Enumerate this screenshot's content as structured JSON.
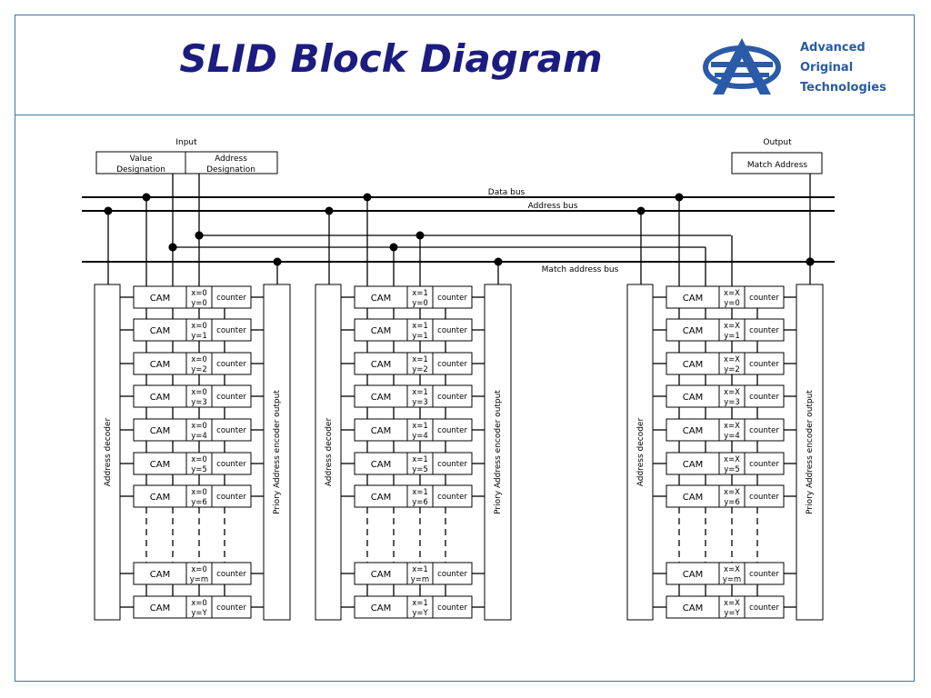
{
  "slide": {
    "title": "SLID Block Diagram"
  },
  "logo": {
    "lines": [
      "Advanced",
      "Original",
      "Technologies"
    ],
    "color": "#2a5aa8"
  },
  "diagram": {
    "input_label": "Input",
    "value_box": "Value\nDesignation",
    "address_box": "Address\nDesignation",
    "output_label": "Output",
    "match_box": "Match Address",
    "data_bus": "Data bus",
    "address_bus": "Address bus",
    "match_bus": "Match address bus",
    "cam_label": "CAM",
    "counter_label": "counter",
    "decoder_label": "Address decoder",
    "encoder_label": "Priory Address encoder output",
    "columns": [
      {
        "x": "x=0",
        "ys": [
          "y=0",
          "y=1",
          "y=2",
          "y=3",
          "y=4",
          "y=5",
          "y=6",
          "y=m",
          "y=Y"
        ]
      },
      {
        "x": "x=1",
        "ys": [
          "y=0",
          "y=1",
          "y=2",
          "y=3",
          "y=4",
          "y=5",
          "y=6",
          "y=m",
          "y=Y"
        ]
      },
      {
        "x": "x=X",
        "ys": [
          "y=0",
          "y=1",
          "y=2",
          "y=3",
          "y=4",
          "y=5",
          "y=6",
          "y=m",
          "y=Y"
        ]
      }
    ]
  }
}
